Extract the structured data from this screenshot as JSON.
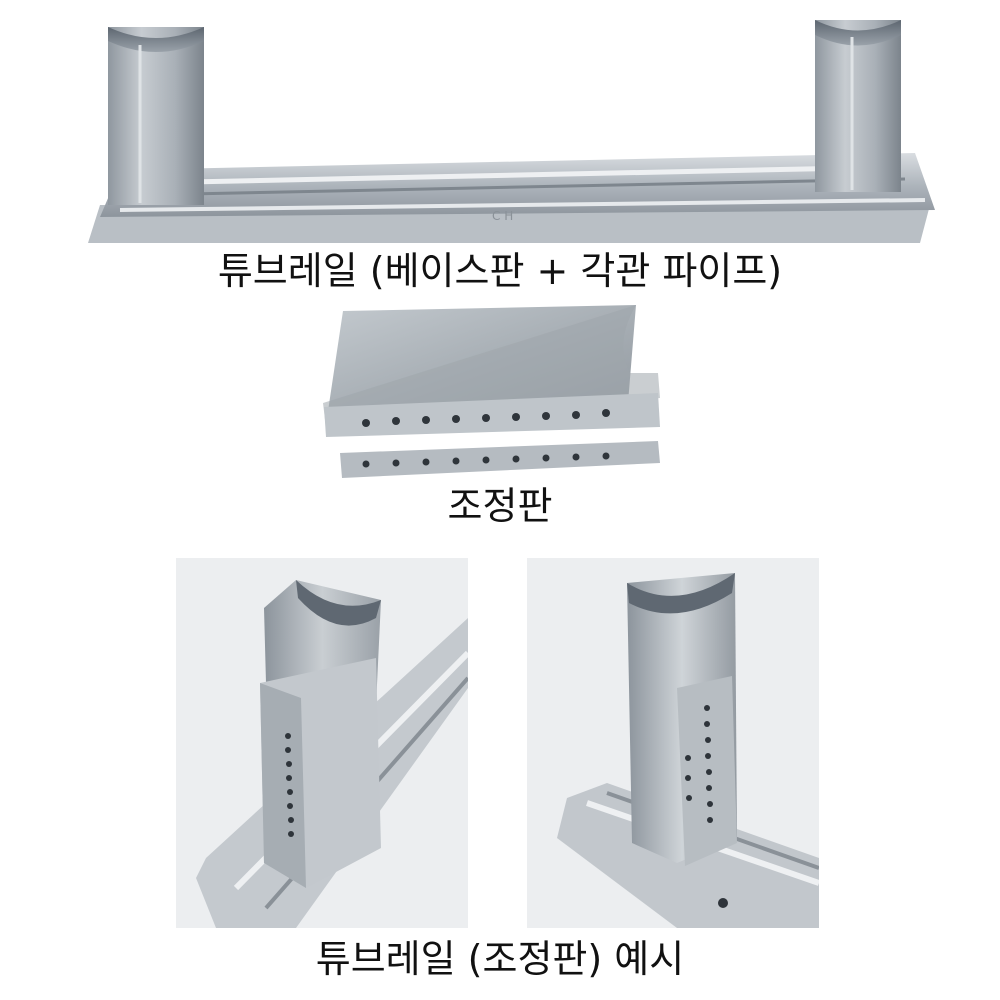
{
  "captions": {
    "top": "튜브레일 (베이스판 + 각관 파이프)",
    "middle": "조정판",
    "bottom": "튜브레일 (조정판) 예시"
  },
  "colors": {
    "background": "#ffffff",
    "text": "#111111",
    "steel_light": "#c9ced3",
    "steel_mid": "#a3aab1",
    "steel_dark": "#6f7780"
  },
  "stamp_text": "C H"
}
